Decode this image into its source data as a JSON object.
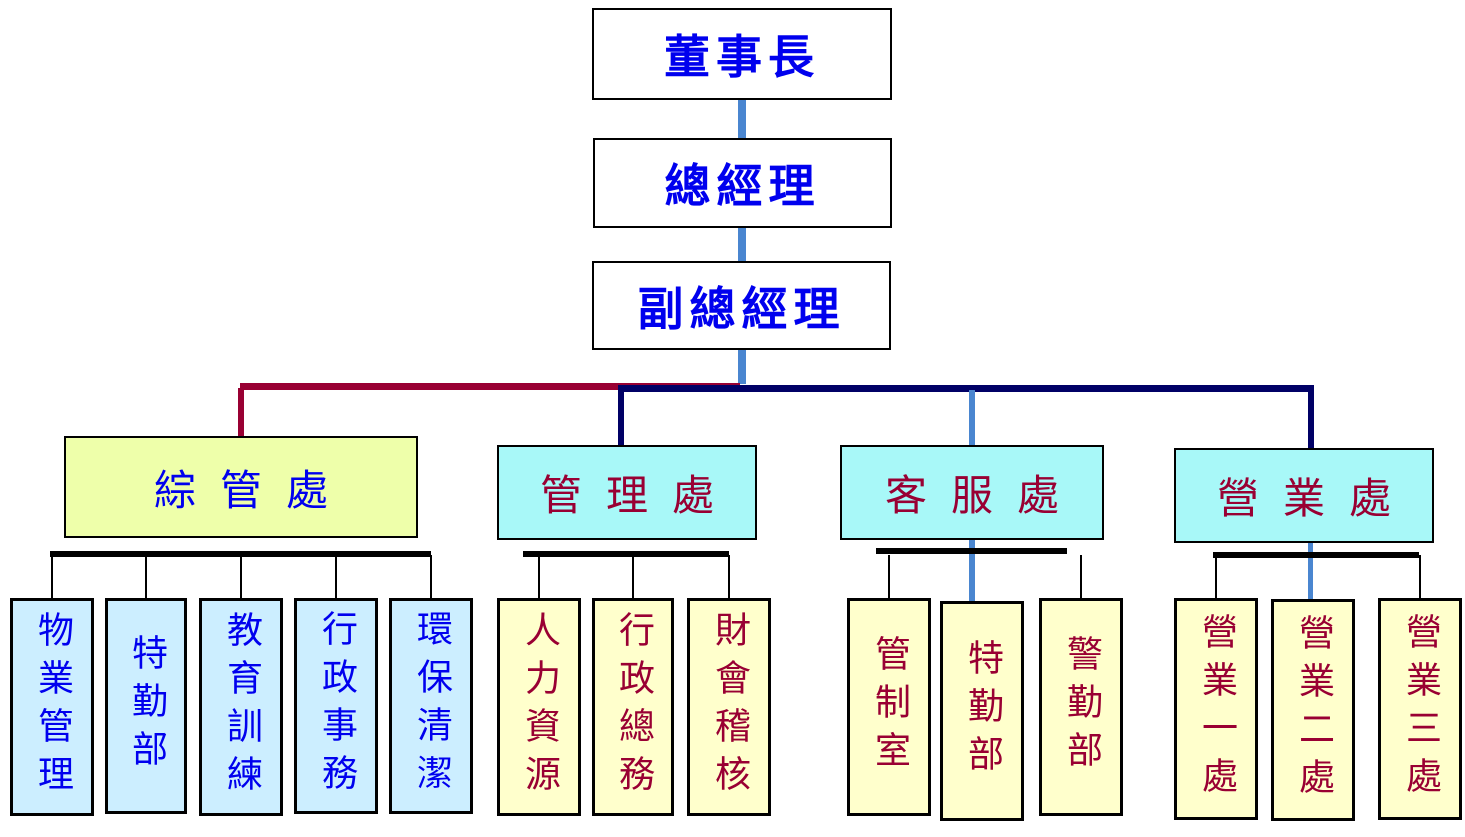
{
  "chart": {
    "colors": {
      "main_line": "#4a86d0",
      "left_branch": "#990033",
      "right_branch": "#000066",
      "leaf_line": "#000000"
    },
    "top": [
      {
        "label": "董事長"
      },
      {
        "label": "總經理"
      },
      {
        "label": "副總經理"
      }
    ],
    "divisions": [
      {
        "label": "綜管處",
        "children": [
          "物業管理",
          "特勤部",
          "教育訓練",
          "行政事務",
          "環保清潔"
        ]
      },
      {
        "label": "管理處",
        "children": [
          "人力資源",
          "行政總務",
          "財會稽核"
        ]
      },
      {
        "label": "客服處",
        "children": [
          "管制室",
          "特勤部",
          "警勤部"
        ]
      },
      {
        "label": "營業處",
        "children": [
          "營業一處",
          "營業二處",
          "營業三處"
        ]
      }
    ]
  }
}
